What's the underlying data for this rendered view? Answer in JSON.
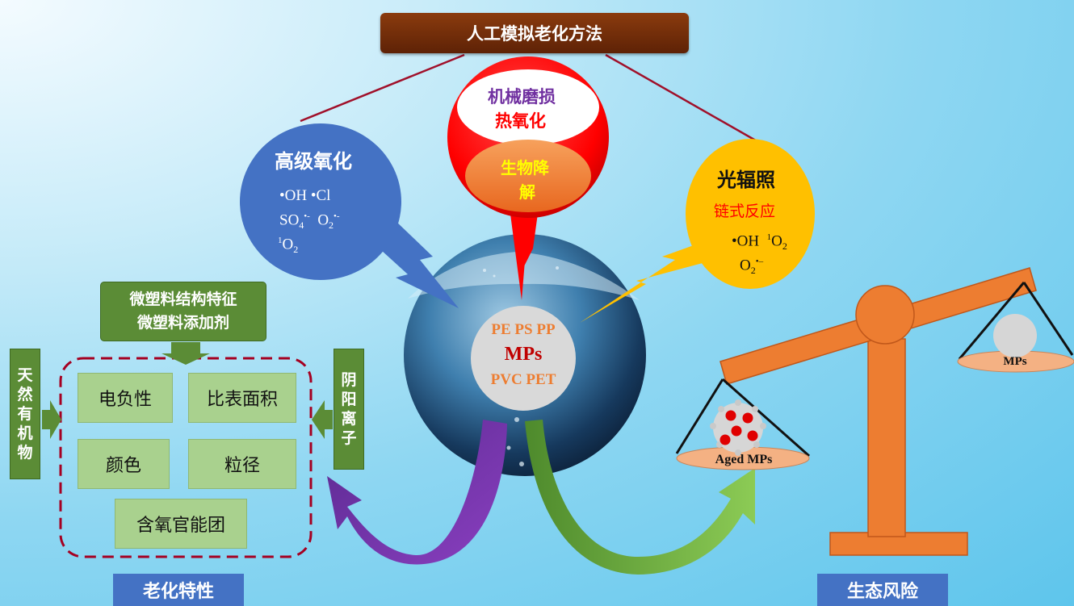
{
  "title": "人工模拟老化方法",
  "methods": {
    "mechanical": "机械磨损",
    "thermal": "热氧化",
    "bio_line1": "生物降",
    "bio_line2": "解",
    "advanced_oxidation": {
      "title": "高级氧化",
      "line1": "•OH  •Cl",
      "line2_a": "SO",
      "line2_a_sub": "4",
      "line2_a_sup": "•-",
      "line2_b": "O",
      "line2_b_sub": "2",
      "line2_b_sup": "•-",
      "line3_sup": "1",
      "line3": "O",
      "line3_sub": "2"
    },
    "photo": {
      "title": "光辐照",
      "subtitle": "链式反应",
      "line1": "•OH",
      "line1_sup": "1",
      "line1_b": "O",
      "line1_b_sub": "2",
      "line2": "O",
      "line2_sub": "2",
      "line2_sup": "•–"
    }
  },
  "center": {
    "line1": "PE  PS  PP",
    "line2": "MPs",
    "line3": "PVC PET"
  },
  "factors": {
    "top_line1": "微塑料结构特征",
    "top_line2": "微塑料添加剂",
    "left": [
      "天",
      "然",
      "有",
      "机",
      "物"
    ],
    "right": [
      "阴",
      "阳",
      "离",
      "子"
    ]
  },
  "properties": {
    "electronegativity": "电负性",
    "surface_area": "比表面积",
    "color": "颜色",
    "particle_size": "粒径",
    "oxygen_groups": "含氧官能团"
  },
  "balance": {
    "left_pan": "Aged MPs",
    "right_pan": "MPs"
  },
  "labels": {
    "aging": "老化特性",
    "risk": "生态风险"
  },
  "colors": {
    "title_bg": "#6b2a0a",
    "oxidation_blue": "#4472c4",
    "thermal_red": "#ff0000",
    "bio_orange": "#ed7d31",
    "photo_yellow": "#ffc000",
    "factor_green": "#5b8c36",
    "property_green": "#a9d18e",
    "dashed_border": "#a50021",
    "balance_orange": "#ed7d31",
    "arrow_purple": "#7030a0",
    "arrow_green": "#70ad47"
  }
}
